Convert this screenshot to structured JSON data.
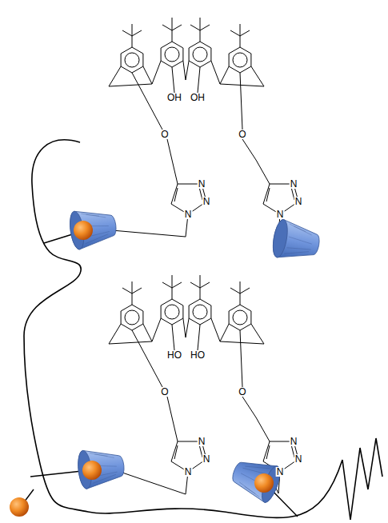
{
  "diagram": {
    "labels": [
      "OH",
      "OH",
      "O",
      "O",
      "N",
      "N",
      "N",
      "N",
      "N",
      "N",
      "HO",
      "HO",
      "O",
      "O",
      "N",
      "N",
      "N",
      "N",
      "N",
      "N"
    ]
  }
}
